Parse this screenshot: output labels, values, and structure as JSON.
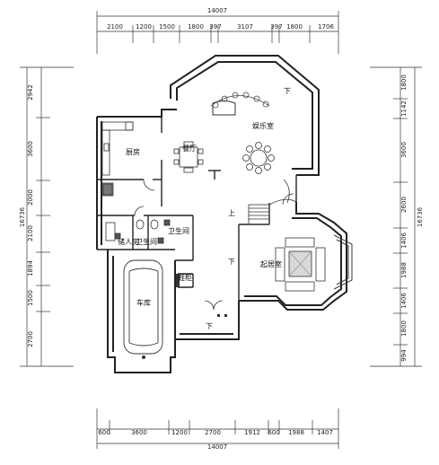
{
  "dimensions": {
    "top_total": "14007",
    "top_segments": [
      "2100",
      "1200",
      "1500",
      "1800",
      "397",
      "3107",
      "397",
      "1800",
      "1706"
    ],
    "bottom_total": "14007",
    "bottom_segments": [
      "600",
      "3600",
      "1200",
      "2700",
      "1912",
      "600",
      "1988",
      "1407"
    ],
    "left_total": "16736",
    "left_segments": [
      "2942",
      "3600",
      "2000",
      "2100",
      "1894",
      "1500",
      "2700"
    ],
    "right_total": "16736",
    "right_segments": [
      "1800",
      "1142",
      "3600",
      "2600",
      "1406",
      "1988",
      "1406",
      "1800",
      "994"
    ]
  },
  "rooms": {
    "kitchen": "厨房",
    "dining": "餐厅",
    "entertainment": "娱乐室",
    "storage": "储人房",
    "bath_left": "卫生间",
    "bath_right": "卫生间",
    "living": "起居室",
    "garage": "车库",
    "shoe_cabinet": "鞋柜"
  },
  "stair_marks": {
    "up": "上",
    "down_top": "下",
    "down_mid": "下",
    "down_bottom": "下"
  }
}
